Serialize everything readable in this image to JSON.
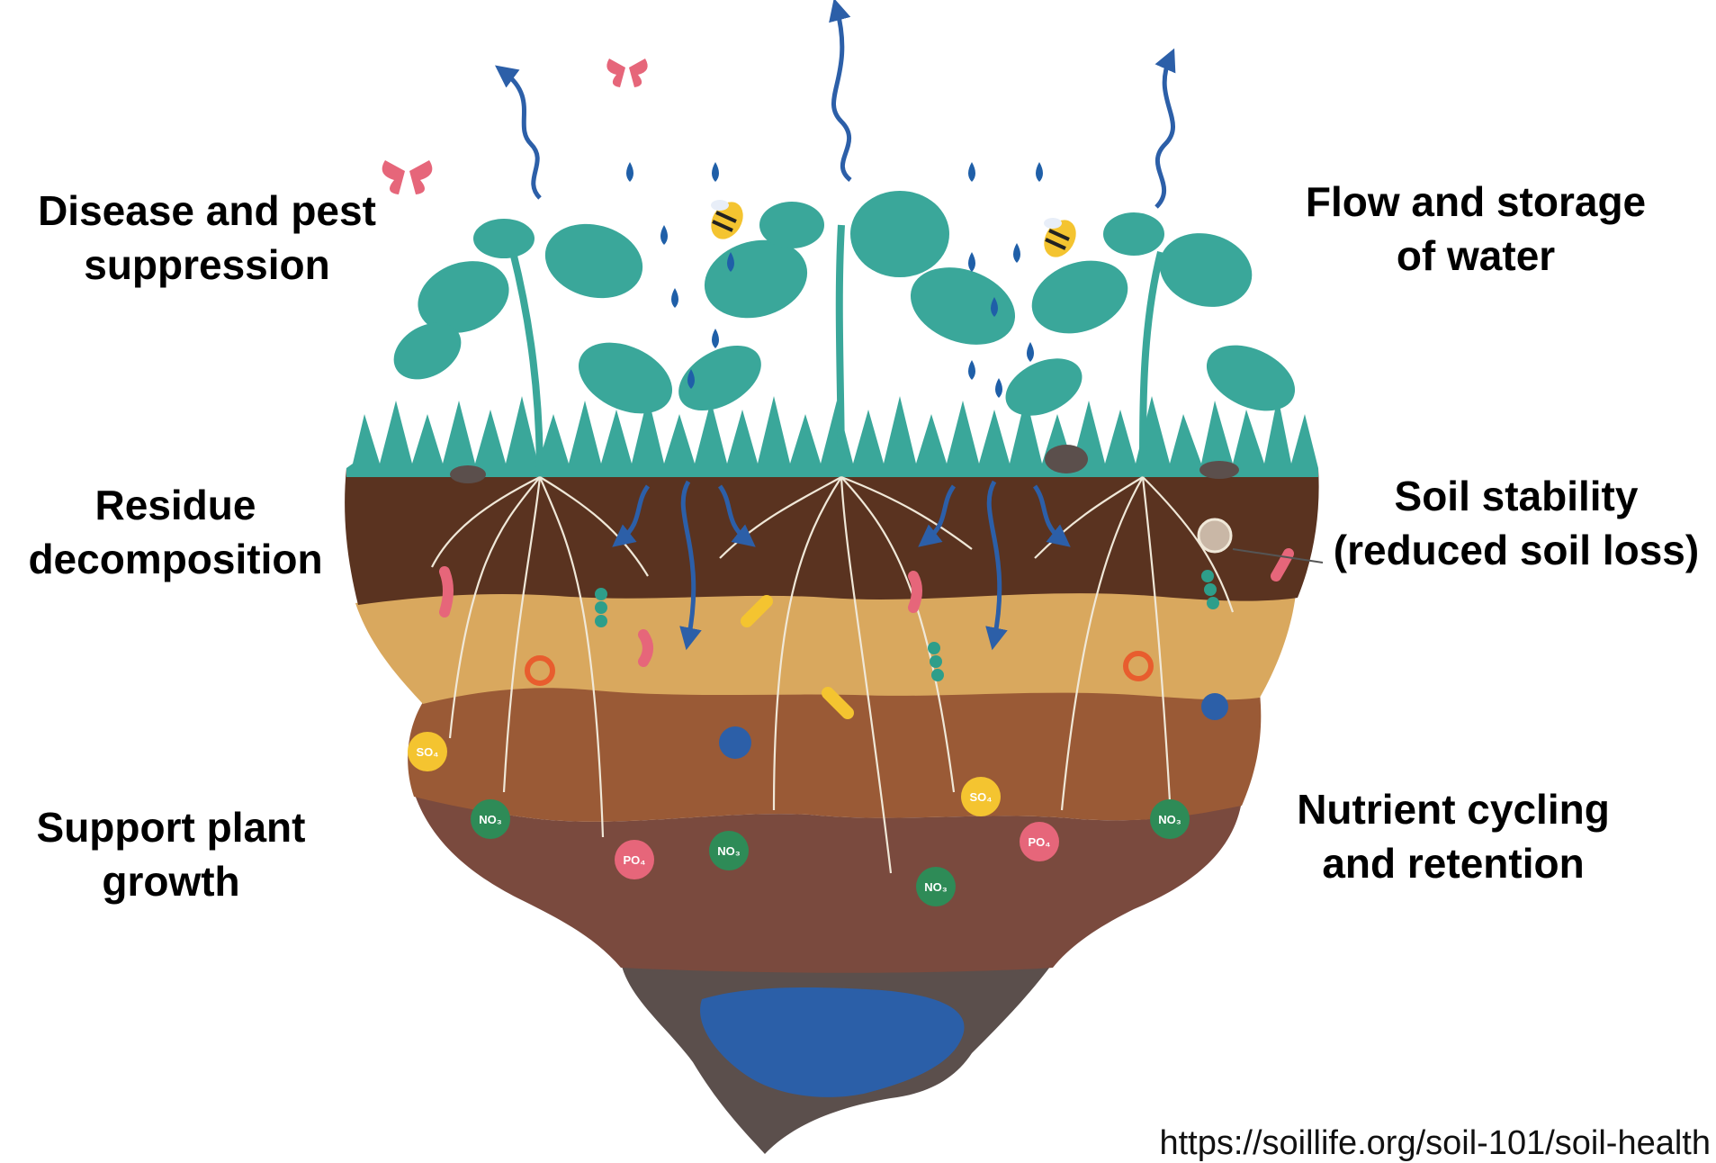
{
  "heading": "",
  "labels": {
    "disease": [
      "Disease and pest",
      "suppression"
    ],
    "water": [
      "Flow and storage",
      "of water"
    ],
    "residue": [
      "Residue",
      "decomposition"
    ],
    "stability": [
      "Soil stability",
      "(reduced soil loss)"
    ],
    "support": [
      "Support plant",
      "growth"
    ],
    "nutrient": [
      "Nutrient cycling",
      "and retention"
    ]
  },
  "chemicals": [
    "SO₄",
    "NO₃",
    "PO₄",
    "NO₃",
    "NO₃",
    "SO₄",
    "PO₄",
    "NO₃"
  ],
  "source": "https://soillife.org/soil-101/soil-health",
  "colors": {
    "plant": "#3aa79a",
    "topsoil": "#5a3320",
    "sand": "#d9a85e",
    "clay": "#9a5a36",
    "deep": "#7a4a3e",
    "rock": "#5b4f4c",
    "water": "#2b5fa8",
    "arrow": "#2c5fa8",
    "rain": "#1f5fa8",
    "heading": "#1f7bc8"
  },
  "icons": [
    "butterfly-icon",
    "bee-icon",
    "raindrop-icon",
    "worm-icon",
    "beetle-icon",
    "ant-icon"
  ]
}
